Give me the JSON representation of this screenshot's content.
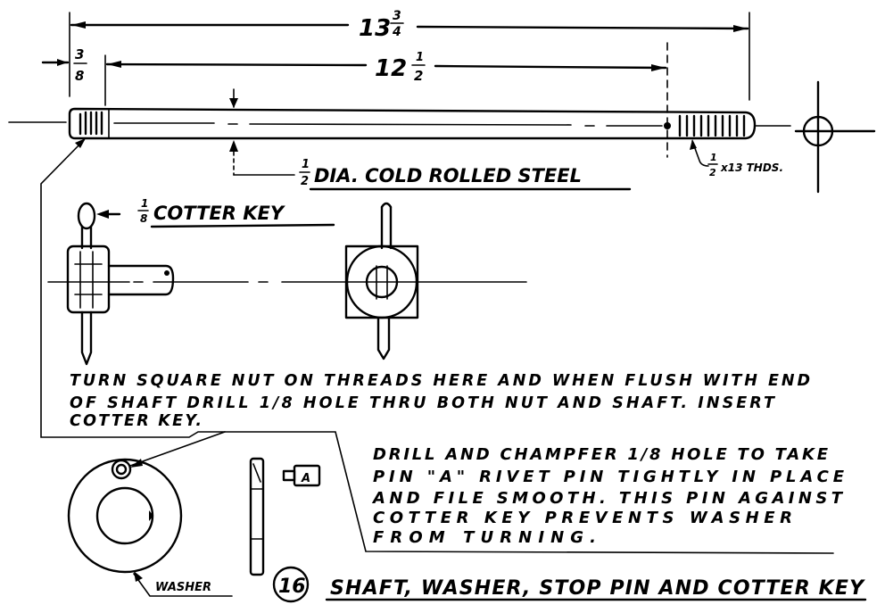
{
  "title": {
    "number": "16",
    "text": "SHAFT, WASHER, STOP PIN AND COTTER KEY"
  },
  "dimensions": {
    "overall_whole": "13",
    "overall_num": "3",
    "overall_den": "4",
    "inner_whole": "12",
    "inner_num": "1",
    "inner_den": "2",
    "end_num": "3",
    "end_den": "8"
  },
  "labels": {
    "dia_num": "1",
    "dia_den": "2",
    "material": "DIA. COLD ROLLED STEEL",
    "thread_num": "1",
    "thread_den": "2",
    "thread_spec": "x13 THDS.",
    "cotter_num": "1",
    "cotter_den": "8",
    "cotter_key": "COTTER KEY",
    "washer": "WASHER",
    "pin_a": "A"
  },
  "notes": {
    "nut_note": [
      "TURN SQUARE NUT ON THREADS HERE AND WHEN FLUSH WITH END",
      "OF SHAFT DRILL 1/8 HOLE THRU BOTH NUT AND SHAFT. INSERT",
      "COTTER KEY."
    ],
    "pin_note": [
      "DRILL AND CHAMPFER 1/8 HOLE TO TAKE",
      "PIN \"A\"  RIVET PIN TIGHTLY IN PLACE",
      "AND FILE SMOOTH. THIS PIN AGAINST",
      " COTTER KEY PREVENTS WASHER",
      "  FROM TURNING."
    ]
  }
}
